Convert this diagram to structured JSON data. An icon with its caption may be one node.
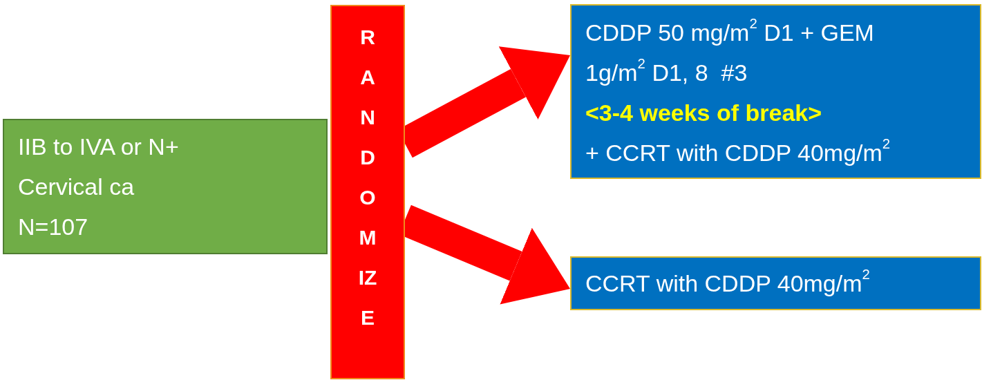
{
  "diagram": {
    "nodes": [
      {
        "text": [
          "IIB to IVA or N+ Cervical ca",
          "N=107"
        ]
      },
      {
        "text": [
          "RANDOMIZE"
        ]
      },
      {
        "text": [
          "CDDP 50 mg/m$^{2}$ D1 + GEM 1g/m$^{2}$ D1, 8  #3",
          "<3-4 weeks of break>",
          "+ CCRT with CDDP 40mg/m$^{2}$"
        ]
      },
      {
        "text": [
          "CCRT with CDDP 40mg/m$^{2}$"
        ]
      }
    ],
    "edges": [
      {
        "from": 1,
        "to": 2,
        "arrow": "to"
      },
      {
        "from": 1,
        "to": 3,
        "arrow": "to"
      }
    ]
  }
}
